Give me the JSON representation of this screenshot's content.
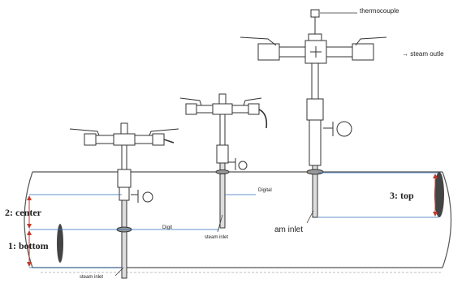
{
  "labels": {
    "thermocouple": "thermocouple",
    "steam_outlet": "→ steam outle",
    "position_top": "3: top",
    "position_center": "2: center",
    "position_bottom": "1: bottom",
    "digital": "Digital",
    "digit": "Digit",
    "steam_inlet_mid": "steam inlet",
    "steam_inlet_right": "am inlet",
    "steam_inlet_left": "steam inlet"
  },
  "colors": {
    "line": "#333333",
    "measure": "#c0392b",
    "level": "#2e6fb7",
    "pipe_edge": "#555555"
  },
  "icons": [
    "ball-valve-icon",
    "thermocouple-icon",
    "flow-arrow-icon",
    "pressure-gauge-icon"
  ]
}
